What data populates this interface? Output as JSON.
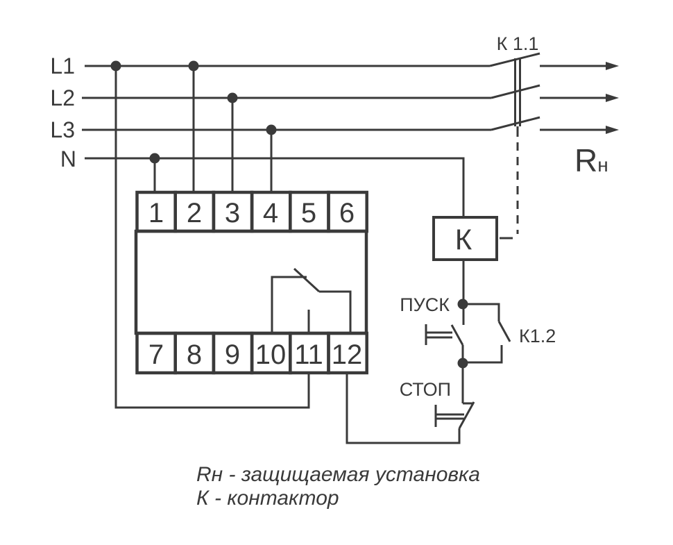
{
  "colors": {
    "line": "#3a3a3a",
    "background": "#ffffff"
  },
  "power": {
    "phases": [
      "L1",
      "L2",
      "L3"
    ],
    "neutral": "N"
  },
  "contactor": {
    "main_contact_label": "К 1.1",
    "coil_label": "К",
    "aux_contact_label": "К1.2"
  },
  "load": {
    "symbol": "R",
    "subscript": "н"
  },
  "buttons": {
    "start": "ПУСК",
    "stop": "СТОП"
  },
  "terminals": {
    "top": [
      "1",
      "2",
      "3",
      "4",
      "5",
      "6"
    ],
    "bottom": [
      "7",
      "8",
      "9",
      "10",
      "11",
      "12"
    ]
  },
  "legend": {
    "line1": "Rн - защищаемая установка",
    "line2": "К - контактор"
  }
}
